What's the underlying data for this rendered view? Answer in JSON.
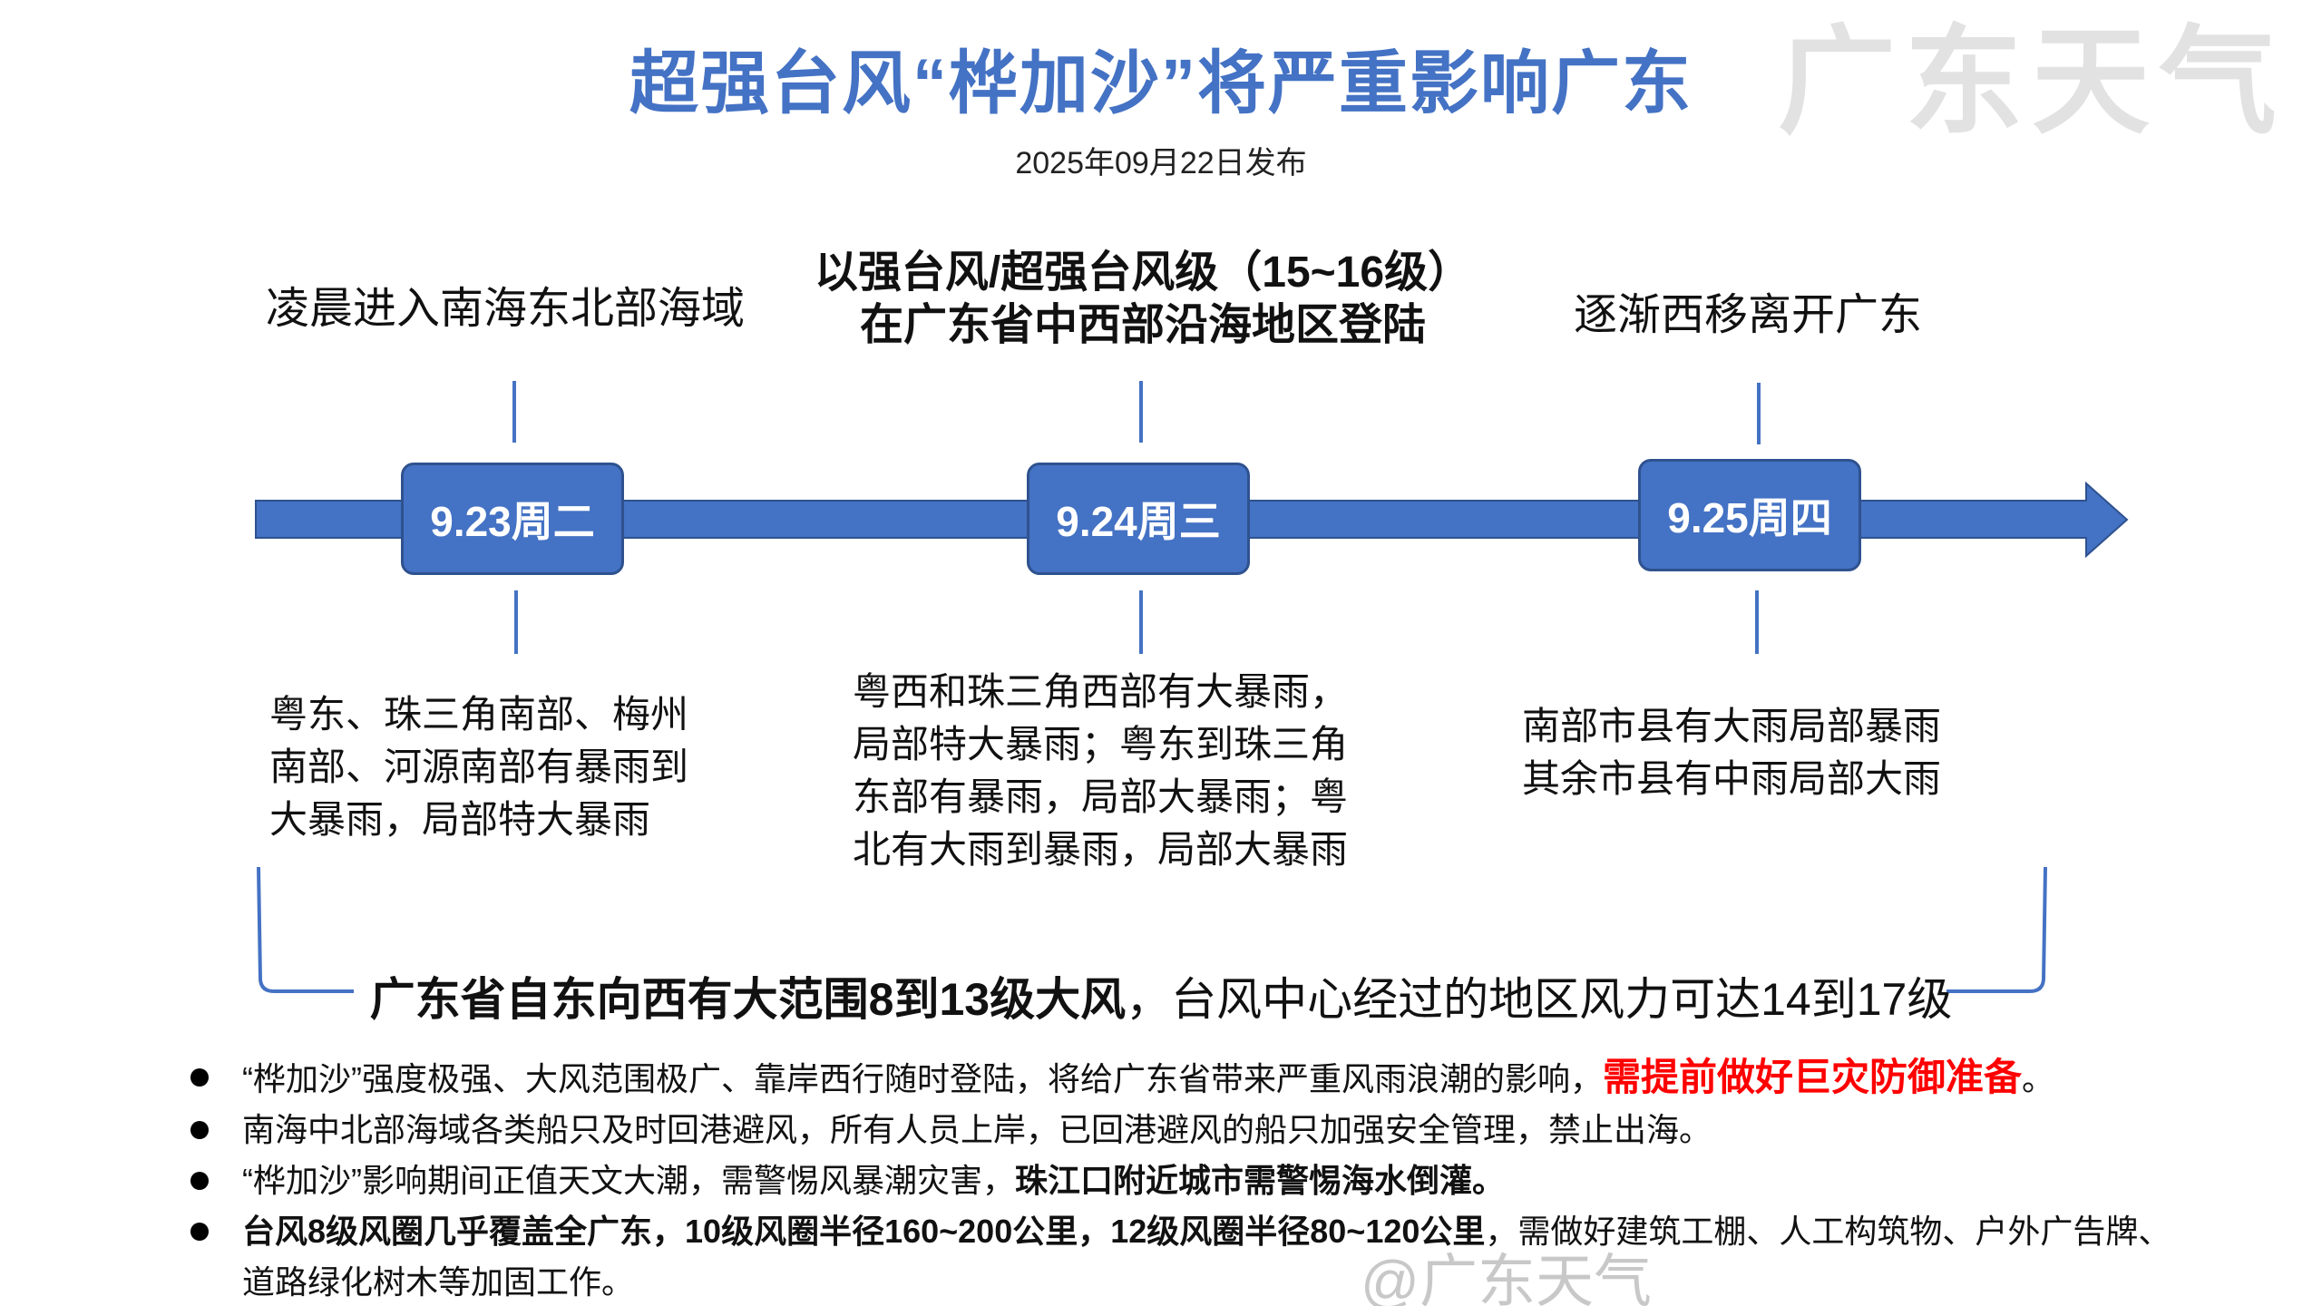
{
  "header": {
    "title": "超强台风“桦加沙”将严重影响广东",
    "date": "2025年09月22日发布"
  },
  "colors": {
    "accent": "#4472C4",
    "accent_border": "#2F528F",
    "warning": "#FF0000"
  },
  "timeline": [
    {
      "date": "9.23周二",
      "top": [
        "凌晨进入南海东北部海域"
      ],
      "top_bold": false,
      "bottom": [
        "粤东、珠三角南部、梅州",
        "南部、河源南部有暴雨到",
        "大暴雨，局部特大暴雨"
      ]
    },
    {
      "date": "9.24周三",
      "top": [
        "以强台风/超强台风级（15~16级）",
        "在广东省中西部沿海地区登陆"
      ],
      "top_bold": true,
      "bottom": [
        "粤西和珠三角西部有大暴雨，",
        "局部特大暴雨；粤东到珠三角",
        "东部有暴雨，局部大暴雨；粤",
        "北有大雨到暴雨，局部大暴雨"
      ]
    },
    {
      "date": "9.25周四",
      "top": [
        "逐渐西移离开广东"
      ],
      "top_bold": false,
      "bottom": [
        "南部市县有大雨局部暴雨",
        "其余市县有中雨局部大雨"
      ]
    }
  ],
  "summary": {
    "bold": "广东省自东向西有大范围8到13级大风",
    "normal": "，台风中心经过的地区风力可达14到17级"
  },
  "bullets": [
    {
      "normal": "“桦加沙”强度极强、大风范围极广、靠岸西行随时登陆，将给广东省带来严重风雨浪潮的影响，",
      "red": "需提前做好巨灾防御准备",
      "end": "。"
    },
    {
      "normal": "南海中北部海域各类船只及时回港避风，所有人员上岸，已回港避风的船只加强安全管理，禁止出海。"
    },
    {
      "normal": "“桦加沙”影响期间正值天文大潮，需警惕风暴潮灾害，",
      "bold": "珠江口附近城市需警惕海水倒灌。"
    },
    {
      "bold": "台风8级风圈几乎覆盖全广东，10级风圈半径160~200公里，12级风圈半径80~120公里",
      "normal": "，需做好建筑工棚、人工构筑物、户外广告牌、道路绿化树木等加固工作。"
    }
  ],
  "watermark": {
    "text": "@广东天气",
    "bg_text": "广东天气"
  }
}
